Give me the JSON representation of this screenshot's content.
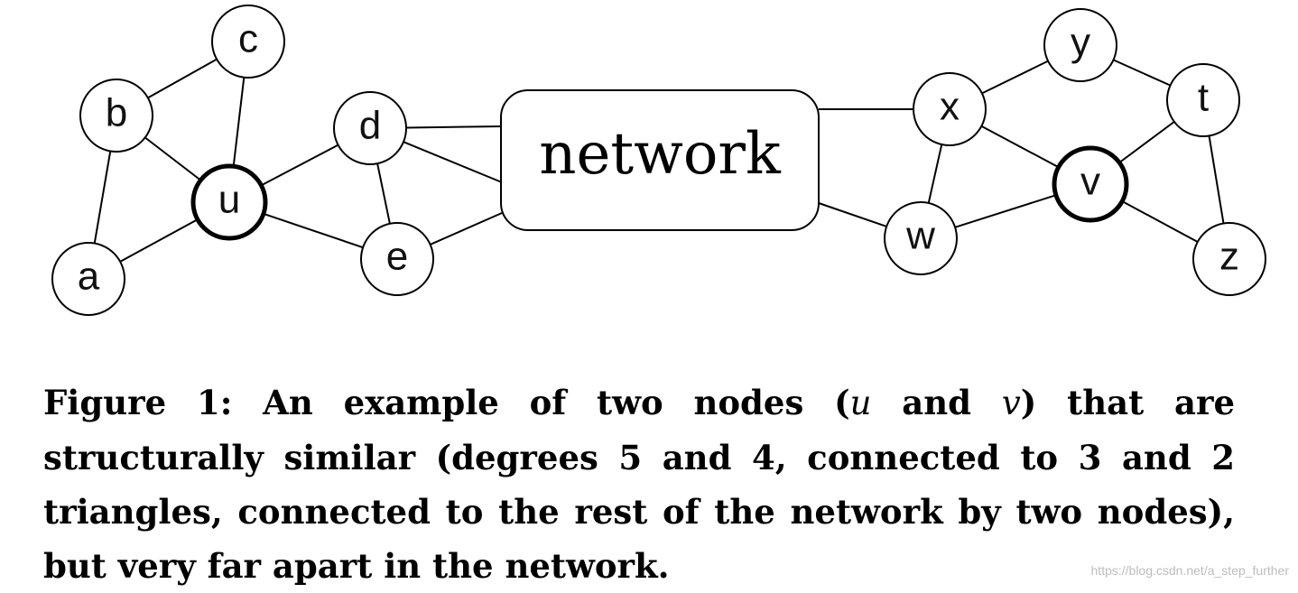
{
  "diagram": {
    "network_label": "network",
    "nodes": [
      {
        "id": "a",
        "label": "a",
        "highlight": false
      },
      {
        "id": "b",
        "label": "b",
        "highlight": false
      },
      {
        "id": "c",
        "label": "c",
        "highlight": false
      },
      {
        "id": "u",
        "label": "u",
        "highlight": true
      },
      {
        "id": "d",
        "label": "d",
        "highlight": false
      },
      {
        "id": "e",
        "label": "e",
        "highlight": false
      },
      {
        "id": "x",
        "label": "x",
        "highlight": false
      },
      {
        "id": "y",
        "label": "y",
        "highlight": false
      },
      {
        "id": "t",
        "label": "t",
        "highlight": false
      },
      {
        "id": "v",
        "label": "v",
        "highlight": true
      },
      {
        "id": "w",
        "label": "w",
        "highlight": false
      },
      {
        "id": "z",
        "label": "z",
        "highlight": false
      }
    ],
    "edges": [
      [
        "b",
        "c"
      ],
      [
        "c",
        "u"
      ],
      [
        "b",
        "u"
      ],
      [
        "b",
        "a"
      ],
      [
        "a",
        "u"
      ],
      [
        "u",
        "d"
      ],
      [
        "u",
        "e"
      ],
      [
        "d",
        "e"
      ],
      [
        "d",
        "network"
      ],
      [
        "d",
        "network"
      ],
      [
        "e",
        "network"
      ],
      [
        "network",
        "x"
      ],
      [
        "network",
        "w"
      ],
      [
        "x",
        "y"
      ],
      [
        "y",
        "t"
      ],
      [
        "x",
        "v"
      ],
      [
        "x",
        "w"
      ],
      [
        "w",
        "v"
      ],
      [
        "v",
        "t"
      ],
      [
        "v",
        "z"
      ],
      [
        "t",
        "z"
      ]
    ]
  },
  "caption": {
    "part1": "Figure 1: An example of two nodes (",
    "var_u": "u",
    "part2": " and ",
    "var_v": "v",
    "part3": ") that are structurally similar (degrees 5 and 4, connected to 3 and 2 triangles, connected to the rest of the network by two nodes), but very far apart in the network."
  },
  "watermark": "https://blog.csdn.net/a_step_further"
}
